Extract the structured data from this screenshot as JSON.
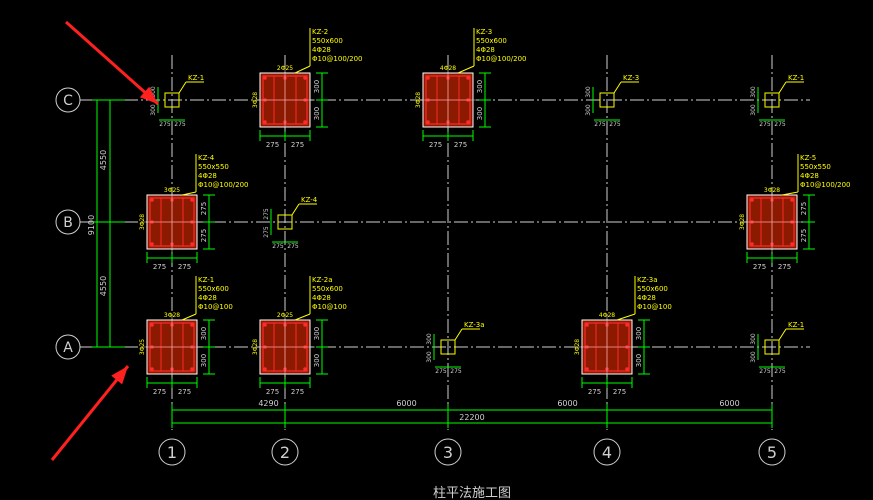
{
  "title": "柱平法施工图",
  "colors": {
    "background": "#000000",
    "axis_line": "#d0d0d0",
    "dim_line": "#00ff00",
    "column_fill": "#8b1a00",
    "column_border": "#ffffff",
    "rebar": "#ff2a2a",
    "annotation": "#ffff00",
    "arrow": "#ff2020"
  },
  "grid": {
    "x_axes": [
      {
        "label": "1"
      },
      {
        "label": "2"
      },
      {
        "label": "3"
      },
      {
        "label": "4"
      },
      {
        "label": "5"
      }
    ],
    "y_axes": [
      {
        "label": "C"
      },
      {
        "label": "B"
      },
      {
        "label": "A"
      }
    ],
    "x_spans": [
      "4290",
      "6000",
      "6000",
      "6000"
    ],
    "x_total": "22200",
    "y_spans": [
      "4550",
      "4550"
    ],
    "y_total": "9100"
  },
  "columns": {
    "kz1_c1": {
      "tag": "KZ-1",
      "dims": [
        "300",
        "300",
        "275",
        "275"
      ]
    },
    "kz2_c2": {
      "tag": "KZ-2",
      "size": "550x600",
      "bars": "4Φ28",
      "stirrup": "Φ10@100/200",
      "side_bars": "2Φ25",
      "side_bars2": "3Φ28",
      "dims": [
        "300",
        "300",
        "275",
        "275"
      ]
    },
    "kz3_c3": {
      "tag": "KZ-3",
      "size": "550x600",
      "bars": "4Φ28",
      "stirrup": "Φ10@100/200",
      "side_bars": "4Φ28",
      "side_bars2": "3Φ28",
      "dims": [
        "300",
        "300",
        "275",
        "275"
      ]
    },
    "kz3_c4": {
      "tag": "KZ-3",
      "dims": [
        "300",
        "300",
        "275",
        "275"
      ]
    },
    "kz1_c5": {
      "tag": "KZ-1",
      "dims": [
        "300",
        "300",
        "275",
        "275"
      ]
    },
    "kz4_b1": {
      "tag": "KZ-4",
      "size": "550x550",
      "bars": "4Φ28",
      "stirrup": "Φ10@100/200",
      "side_bars": "3Φ25",
      "side_bars2": "3Φ28",
      "dims": [
        "275",
        "275",
        "275",
        "275"
      ]
    },
    "kz4_b2": {
      "tag": "KZ-4",
      "dims": [
        "275",
        "275",
        "275",
        "275"
      ]
    },
    "kz5_b5": {
      "tag": "KZ-5",
      "size": "550x550",
      "bars": "4Φ28",
      "stirrup": "Φ10@100/200",
      "side_bars": "3Φ28",
      "side_bars2": "3Φ28",
      "dims": [
        "275",
        "275",
        "275",
        "275"
      ]
    },
    "kz1_a1": {
      "tag": "KZ-1",
      "size": "550x600",
      "bars": "4Φ28",
      "stirrup": "Φ10@100",
      "side_bars": "3Φ28",
      "side_bars2": "3Φ25",
      "dims": [
        "300",
        "300",
        "275",
        "275"
      ]
    },
    "kz2a_a2": {
      "tag": "KZ-2a",
      "size": "550x600",
      "bars": "4Φ28",
      "stirrup": "Φ10@100",
      "side_bars": "2Φ25",
      "side_bars2": "3Φ28",
      "dims": [
        "300",
        "300",
        "275",
        "275"
      ]
    },
    "kz3a_a3": {
      "tag": "KZ-3a",
      "dims": [
        "300",
        "300",
        "275",
        "275"
      ]
    },
    "kz3a_a4": {
      "tag": "KZ-3a",
      "size": "550x600",
      "bars": "4Φ28",
      "stirrup": "Φ10@100",
      "side_bars": "4Φ28",
      "side_bars2": "3Φ28",
      "dims": [
        "300",
        "300",
        "275",
        "275"
      ]
    },
    "kz1_a5": {
      "tag": "KZ-1",
      "dims": [
        "300",
        "300",
        "275",
        "275"
      ]
    }
  }
}
